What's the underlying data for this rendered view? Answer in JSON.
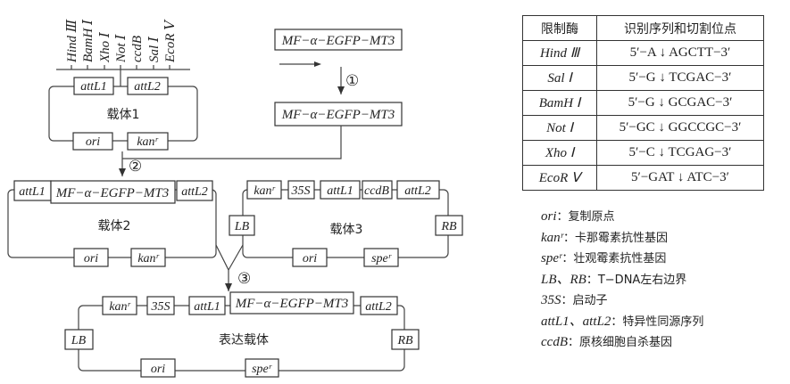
{
  "restriction_sites": [
    "Hind Ⅲ",
    "BamH Ⅰ",
    "Xho Ⅰ",
    "Not Ⅰ",
    "ccdB",
    "Sal Ⅰ",
    "EcoR Ⅴ"
  ],
  "gene_label": "MF−α−EGFP−MT3",
  "steps": [
    "①",
    "②",
    "③"
  ],
  "vector1": {
    "title": "载体1",
    "top": [
      "attL1",
      "attL2"
    ],
    "bottom": [
      "ori",
      "kanʳ"
    ]
  },
  "vector2": {
    "title": "载体2",
    "top": [
      "attL1",
      "MF−α−EGFP−MT3",
      "attL2"
    ],
    "bottom": [
      "ori",
      "kanʳ"
    ]
  },
  "vector3": {
    "title": "载体3",
    "top": [
      "kanʳ",
      "35S",
      "attL1",
      "ccdB",
      "attL2"
    ],
    "left": "LB",
    "right": "RB",
    "bottom": [
      "ori",
      "speʳ"
    ]
  },
  "expression_vector": {
    "title": "表达载体",
    "top": [
      "kanʳ",
      "35S",
      "attL1",
      "MF−α−EGFP−MT3",
      "attL2"
    ],
    "left": "LB",
    "right": "RB",
    "bottom": [
      "ori",
      "speʳ"
    ]
  },
  "table": {
    "headers": [
      "限制酶",
      "识别序列和切割位点"
    ],
    "rows": [
      [
        "Hind Ⅲ",
        "5′−A ↓ AGCTT−3′"
      ],
      [
        "Sal Ⅰ",
        "5′−G ↓ TCGAC−3′"
      ],
      [
        "BamH Ⅰ",
        "5′−G ↓ GCGAC−3′"
      ],
      [
        "Not Ⅰ",
        "5′−GC ↓ GGCCGC−3′"
      ],
      [
        "Xho Ⅰ",
        "5′−C ↓ TCGAG−3′"
      ],
      [
        "EcoR Ⅴ",
        "5′−GAT ↓ ATC−3′"
      ]
    ]
  },
  "legend": [
    {
      "key": "ori",
      "text": "：复制原点"
    },
    {
      "key": "kanʳ",
      "text": "：卡那霉素抗性基因"
    },
    {
      "key": "speʳ",
      "text": "：壮观霉素抗性基因"
    },
    {
      "key": "LB、RB",
      "text": "：T−DNA左右边界"
    },
    {
      "key": "35S",
      "text": "：启动子"
    },
    {
      "key": "attL1、attL2",
      "text": "：特异性同源序列"
    },
    {
      "key": "ccdB",
      "text": "：原核细胞自杀基因"
    }
  ]
}
